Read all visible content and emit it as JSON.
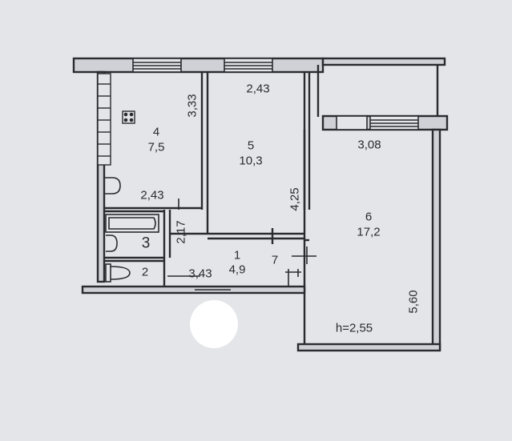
{
  "floor_plan": {
    "rooms": [
      {
        "number": "1",
        "area": "4,9"
      },
      {
        "number": "2"
      },
      {
        "number": "3"
      },
      {
        "number": "4",
        "area": "7,5"
      },
      {
        "number": "5",
        "area": "10,3"
      },
      {
        "number": "6",
        "area": "17,2"
      },
      {
        "number": "7"
      }
    ],
    "dimensions": {
      "kitchen_width": "2,43",
      "kitchen_depth": "3,33",
      "room5_width": "2,43",
      "room5_depth": "4,25",
      "room6_width": "3,08",
      "room6_depth": "5,60",
      "bath_length": "2,17",
      "hall_length": "3,43"
    },
    "ceiling_height": "h=2,55"
  },
  "colors": {
    "paper": "#e4e5e8",
    "wall": "#cfd1d6",
    "ink": "#2a2b2f",
    "marker": "#ffffff"
  }
}
